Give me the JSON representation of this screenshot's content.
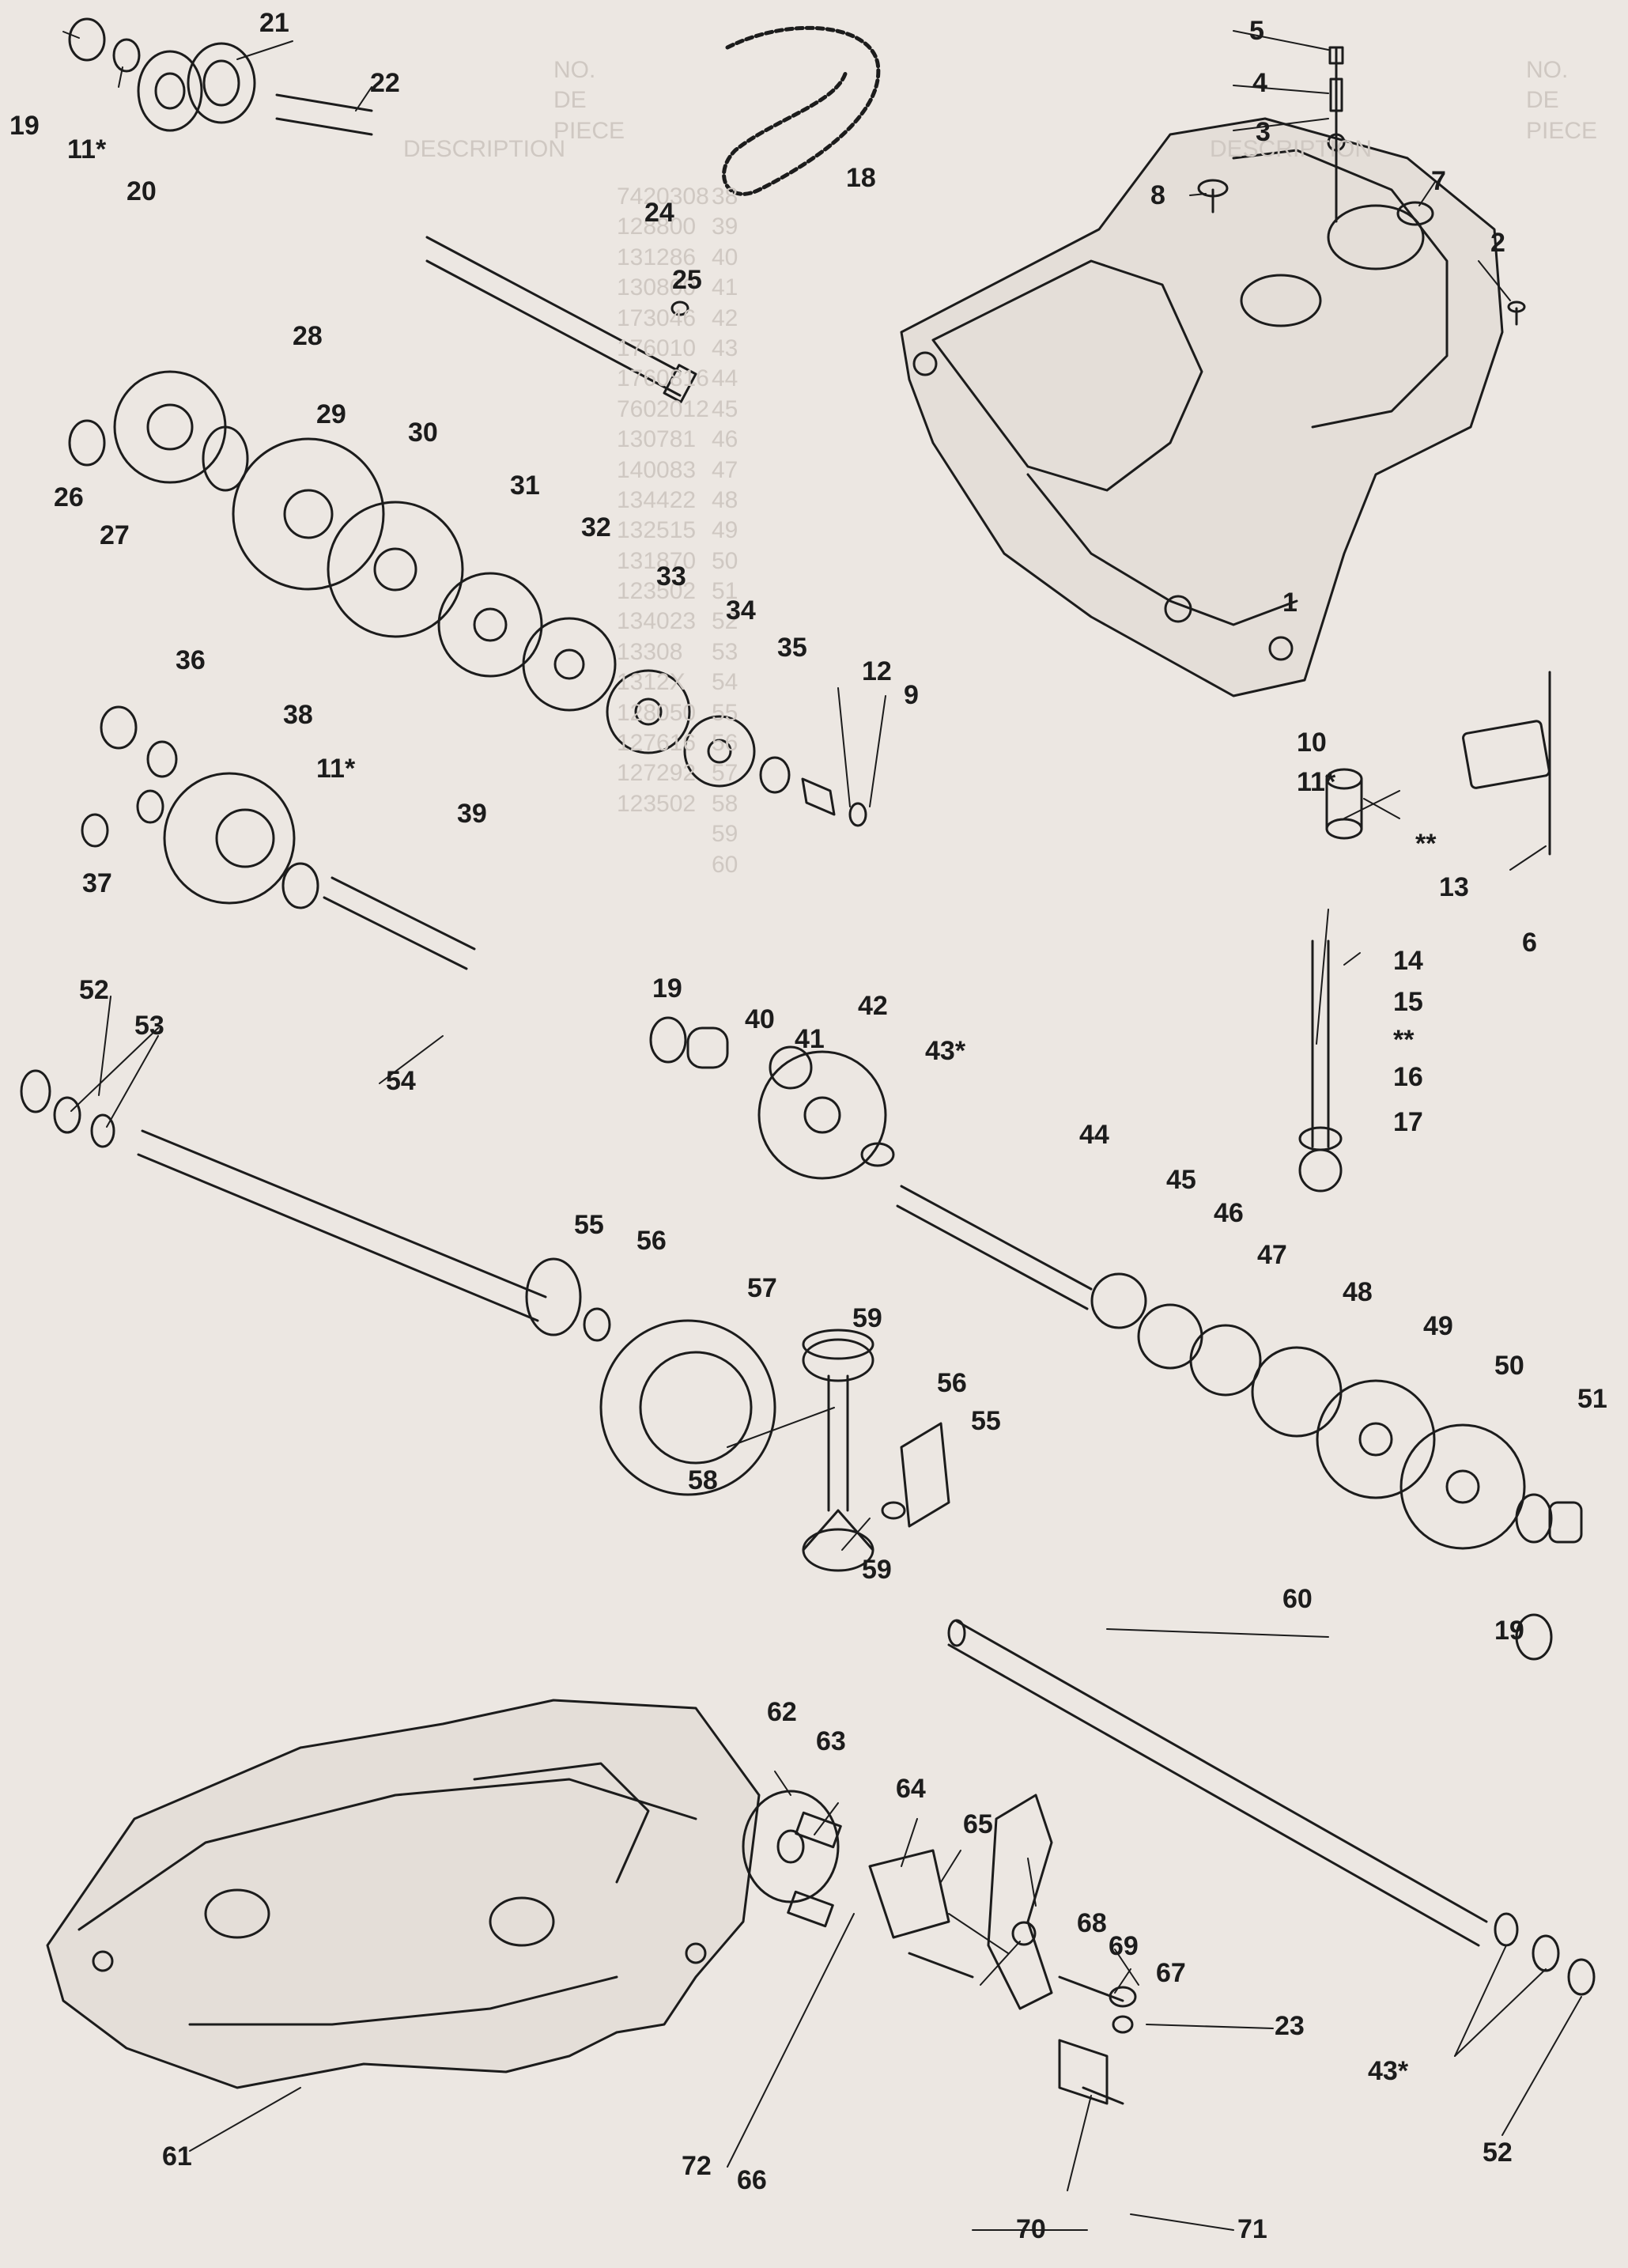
{
  "diagram": {
    "colors": {
      "paper": "#ece7e2",
      "ink": "#1c1c1c",
      "ghost_text": "#cfc8c2"
    },
    "callouts": {
      "c1": "1",
      "c2": "2",
      "c3": "3",
      "c4": "4",
      "c5": "5",
      "c6": "6",
      "c7": "7",
      "c8": "8",
      "c9": "9",
      "c10": "10",
      "c11a": "11*",
      "c11b": "11*",
      "c11c": "11*",
      "c12": "12",
      "c13": "13",
      "c14": "14",
      "c15": "15",
      "c16": "16",
      "c17": "17",
      "c18": "18",
      "c19a": "19",
      "c19b": "19",
      "c19c": "19",
      "c20": "20",
      "c21": "21",
      "c22": "22",
      "c23": "23",
      "c24": "24",
      "c25": "25",
      "c26": "26",
      "c27": "27",
      "c28": "28",
      "c29": "29",
      "c30": "30",
      "c31": "31",
      "c32": "32",
      "c33": "33",
      "c34": "34",
      "c35": "35",
      "c36": "36",
      "c37": "37",
      "c38": "38",
      "c39": "39",
      "c40": "40",
      "c41": "41",
      "c42": "42",
      "c43a": "43*",
      "c43b": "43*",
      "c44": "44",
      "c45": "45",
      "c46": "46",
      "c47": "47",
      "c48": "48",
      "c49": "49",
      "c50": "50",
      "c51": "51",
      "c52a": "52",
      "c52b": "52",
      "c53": "53",
      "c54": "54",
      "c55a": "55",
      "c55b": "55",
      "c56a": "56",
      "c56b": "56",
      "c57": "57",
      "c58": "58",
      "c59a": "59",
      "c59b": "59",
      "c60": "60",
      "c61": "61",
      "c62": "62",
      "c63": "63",
      "c64": "64",
      "c65": "65",
      "c66": "66",
      "c67": "67",
      "c68": "68",
      "c69": "69",
      "c70": "70",
      "c71": "71",
      "c72": "72",
      "star1": "**",
      "star2": "**"
    },
    "ghost_columns": {
      "header1": "NO.\nDE\nPIECE",
      "header2": "NO.\nDE\nPIECE",
      "header3": "DESCRIPTION",
      "header4": "DESCRIPTION",
      "col_refs": "38\n39\n40\n41\n42\n43\n44\n45\n46\n47\n48\n49\n50\n51\n52\n53\n54\n55\n56\n57\n58\n59\n60",
      "col_parts": "7420308\n128800\n131286\n130800\n173046\n176010\n1760816\n7602012\n130781\n140083\n134422\n132515\n131870\n123502\n134023\n13308\n1312X\n128050\n127616\n127292\n123502"
    }
  }
}
